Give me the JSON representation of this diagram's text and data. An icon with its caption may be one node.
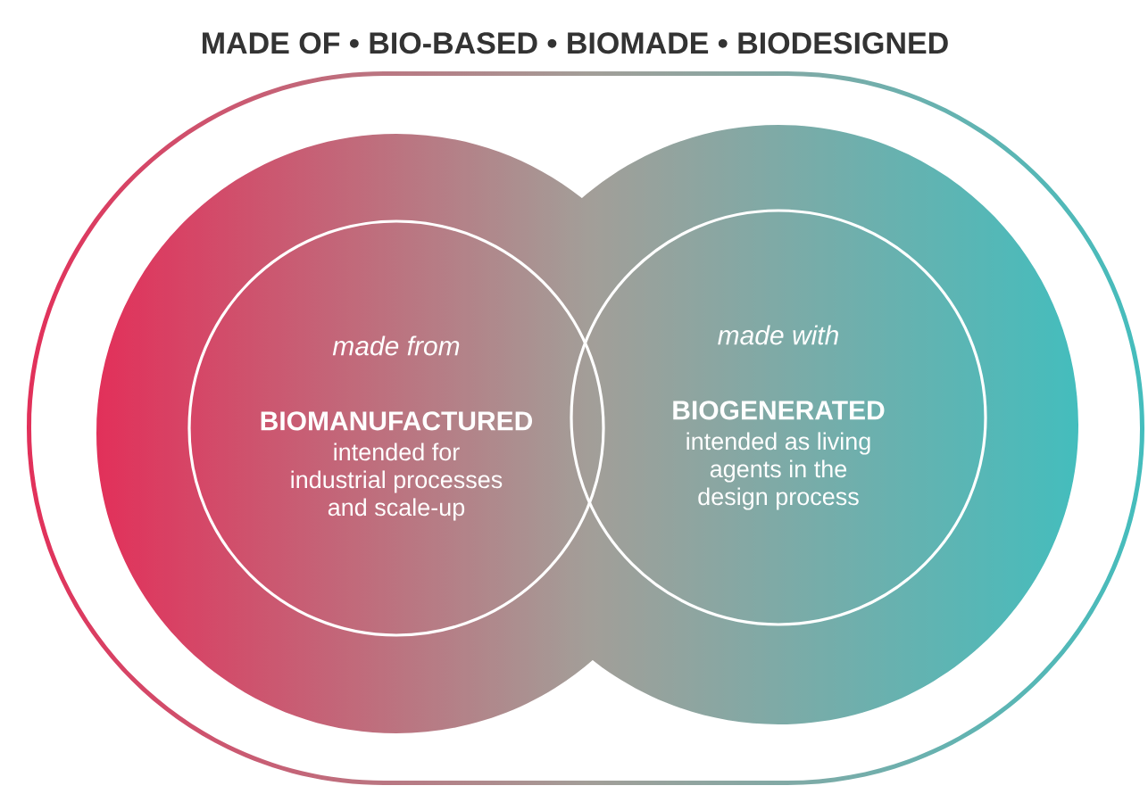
{
  "diagram": {
    "nodes": [
      {
        "text": [
          "MADE OF • BIO-BASED • BIOMADE • BIODESIGNED"
        ]
      },
      {
        "text": [
          "made from",
          "BIOMANUFACTURED",
          "intended for industrial processes and scale-up"
        ],
        "in": 0
      },
      {
        "text": [
          "made with",
          "BIOGENERATED",
          "intended as living agents in the design process"
        ],
        "in": 0
      }
    ],
    "edges": []
  }
}
